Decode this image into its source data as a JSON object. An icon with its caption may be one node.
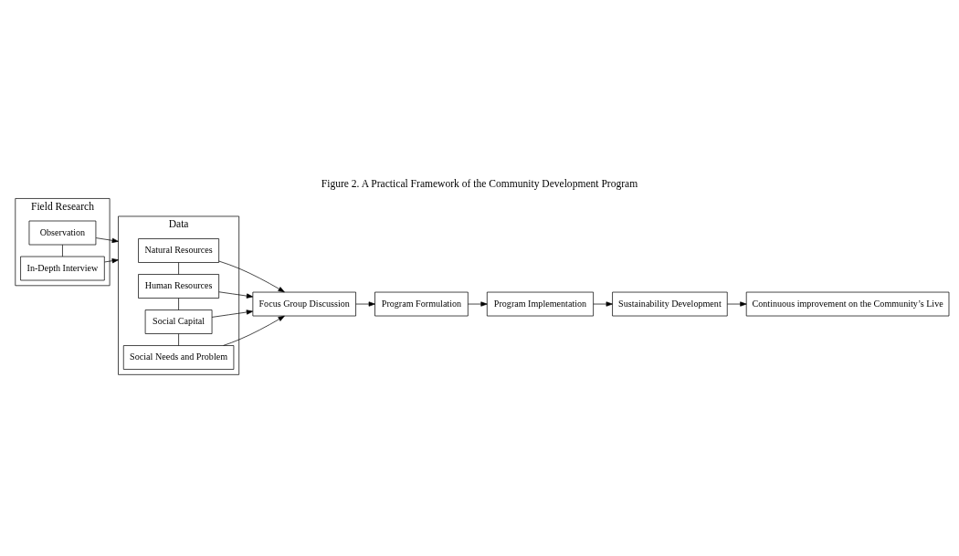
{
  "diagram": {
    "title": "Figure 2. A Practical Framework of the Community Development Program",
    "nodes": [
      {
        "text": [
          "Field Research"
        ]
      },
      {
        "text": [
          "Observation"
        ],
        "in": 0
      },
      {
        "text": [
          "In-Depth Interview"
        ],
        "in": 0
      },
      {
        "text": [
          "Data"
        ]
      },
      {
        "text": [
          "Natural Resources"
        ],
        "in": 3
      },
      {
        "text": [
          "Human Resources"
        ],
        "in": 3
      },
      {
        "text": [
          "Social Capital"
        ],
        "in": 3
      },
      {
        "text": [
          "Social Needs and Problem"
        ],
        "in": 3
      },
      {
        "text": [
          "Focus Group Discussion"
        ]
      },
      {
        "text": [
          "Program Formulation"
        ]
      },
      {
        "text": [
          "Program Implementation"
        ]
      },
      {
        "text": [
          "Sustainability Development"
        ]
      },
      {
        "text": [
          "Continuous improvement on the Community’s Live"
        ]
      }
    ],
    "edges": [
      {
        "from": 1,
        "to": 2,
        "arrow": "none"
      },
      {
        "from": 4,
        "to": 5,
        "arrow": "none"
      },
      {
        "from": 5,
        "to": 6,
        "arrow": "none"
      },
      {
        "from": 6,
        "to": 7,
        "arrow": "none"
      },
      {
        "from": 1,
        "to": 3,
        "arrow": "to"
      },
      {
        "from": 2,
        "to": 3,
        "arrow": "to"
      },
      {
        "from": 4,
        "to": 8,
        "arrow": "to"
      },
      {
        "from": 5,
        "to": 8,
        "arrow": "to"
      },
      {
        "from": 6,
        "to": 8,
        "arrow": "to"
      },
      {
        "from": 7,
        "to": 8,
        "arrow": "to"
      },
      {
        "from": 8,
        "to": 9,
        "arrow": "to"
      },
      {
        "from": 9,
        "to": 10,
        "arrow": "to"
      },
      {
        "from": 10,
        "to": 11,
        "arrow": "to"
      },
      {
        "from": 11,
        "to": 12,
        "arrow": "to"
      }
    ]
  }
}
